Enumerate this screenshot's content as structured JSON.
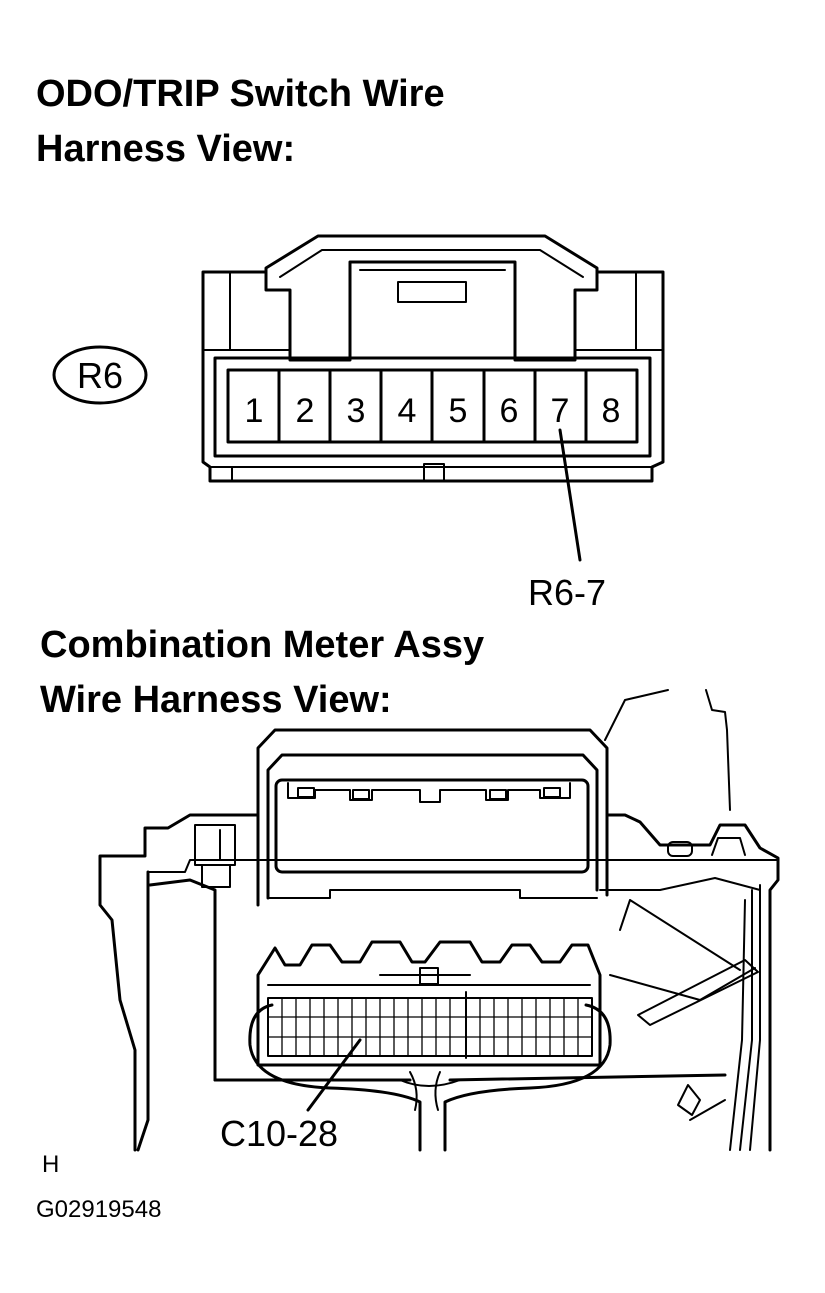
{
  "headings": {
    "odo_trip_line1": "ODO/TRIP Switch Wire",
    "odo_trip_line2": "Harness View:",
    "combination_line1": "Combination Meter Assy",
    "combination_line2": "Wire Harness View:"
  },
  "connector_r6": {
    "code": "R6",
    "pins": [
      "1",
      "2",
      "3",
      "4",
      "5",
      "6",
      "7",
      "8"
    ],
    "callout": "R6-7"
  },
  "connector_c10": {
    "callout": "C10-28"
  },
  "footer": {
    "view_letter": "H",
    "figure_id": "G02919548"
  }
}
